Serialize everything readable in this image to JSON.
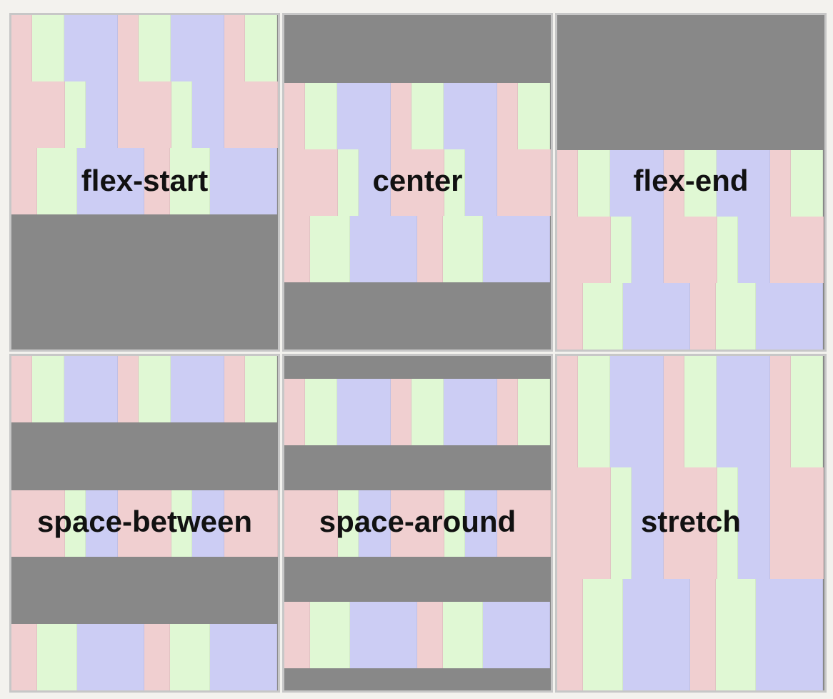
{
  "colors": {
    "page_background": "#f3f2ee",
    "container": "#888888",
    "container_border": "#c7c7c7",
    "item_red": "#f0cfd0",
    "item_green": "#e0f8d4",
    "item_blue": "#cccdf4"
  },
  "panels": [
    {
      "label": "flex-start",
      "align_content": "flex-start"
    },
    {
      "label": "center",
      "align_content": "center"
    },
    {
      "label": "flex-end",
      "align_content": "flex-end"
    },
    {
      "label": "space-between",
      "align_content": "space-between"
    },
    {
      "label": "space-around",
      "align_content": "space-around"
    },
    {
      "label": "stretch",
      "align_content": "stretch"
    }
  ],
  "item_color_sequence": [
    "red",
    "green",
    "blue"
  ],
  "lines_per_panel": 3
}
